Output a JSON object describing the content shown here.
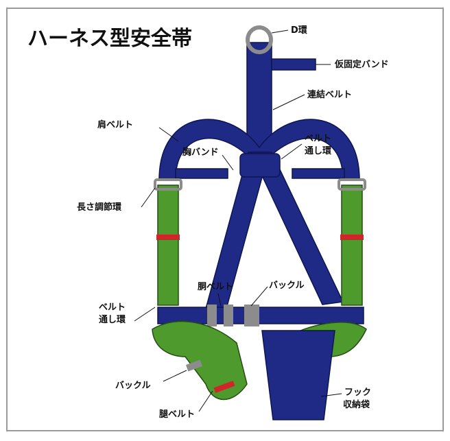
{
  "title": "ハーネス型安全帯",
  "labels": {
    "d_ring": "D環",
    "temp_band": "仮固定バンド",
    "connecting_belt": "連結ベルト",
    "shoulder_belt": "肩ベルト",
    "chest_band": "胸バンド",
    "belt_loop_upper_1": "ベルト",
    "belt_loop_upper_2": "通し環",
    "length_adjuster": "長さ調節環",
    "waist_belt": "胴ベルト",
    "buckle_right": "バックル",
    "belt_loop_lower_1": "ベルト",
    "belt_loop_lower_2": "通し環",
    "buckle_left": "バックル",
    "leg_belt": "腿ベルト",
    "hook_bag_1": "フック",
    "hook_bag_2": "収納袋"
  },
  "colors": {
    "navy": "#1f2a86",
    "green": "#4e9a2c",
    "red": "#d0262a",
    "buckle": "#8c8c8c",
    "frame": "#9a9a9a"
  }
}
